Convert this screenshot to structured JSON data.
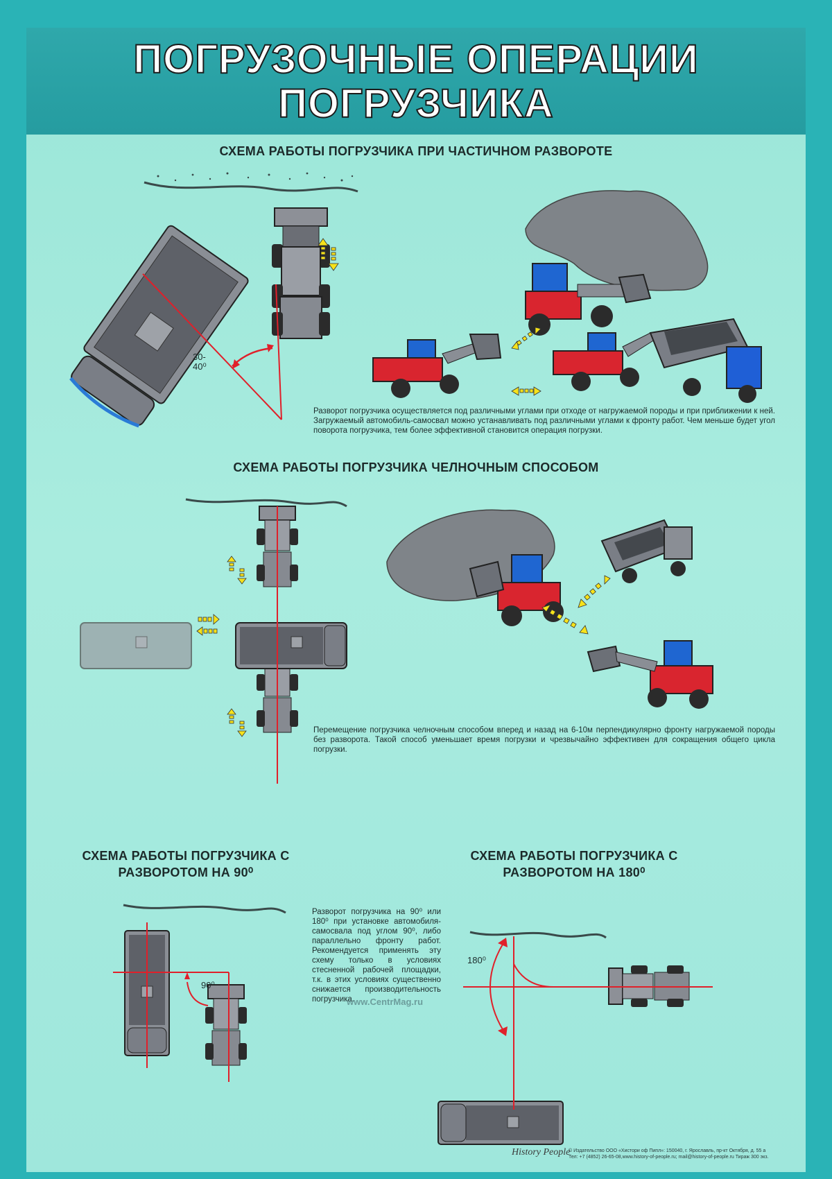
{
  "header": {
    "title_line1": "ПОГРУЗОЧНЫЕ ОПЕРАЦИИ",
    "title_line2": "ПОГРУЗЧИКА"
  },
  "section1": {
    "title": "СХЕМА РАБОТЫ ПОГРУЗЧИКА ПРИ ЧАСТИЧНОМ РАЗВОРОТЕ",
    "angle_label": "30-40⁰",
    "description": "Разворот погрузчика осуществляется под различными углами при отходе от нагружаемой породы и при приближении к ней. Загружаемый автомобиль-самосвал можно устанавливать под различными углами к фронту работ. Чем меньше будет угол поворота погрузчика, тем более эффективной становится операция погрузки."
  },
  "section2": {
    "title": "СХЕМА РАБОТЫ ПОГРУЗЧИКА ЧЕЛНОЧНЫМ СПОСОБОМ",
    "description": "Перемещение погрузчика челночным способом вперед и назад на 6-10м перпендикулярно фронту нагружаемой породы без разворота. Такой способ уменьшает время погрузки и чрезвычайно эффективен для сокращения общего цикла погрузки."
  },
  "section3": {
    "title_line1": "СХЕМА РАБОТЫ ПОГРУЗЧИКА С",
    "title_line2": "РАЗВОРОТОМ НА 90⁰",
    "angle_label": "90⁰",
    "description": "Разворот погрузчика на 90⁰ или 180⁰ при установке автомобиля-самосвала под углом 90⁰, либо параллельно фронту работ. Рекомендуется применять эту схему только в условиях стесненной рабочей площадки, т.к. в этих условиях существенно снижается производительность погрузчика."
  },
  "section4": {
    "title_line1": "СХЕМА РАБОТЫ ПОГРУЗЧИКА С",
    "title_line2": "РАЗВОРОТОМ НА 180⁰",
    "angle_label": "180⁰"
  },
  "footer": {
    "brand": "History People",
    "imprint_line1": "© Издательство ООО «Хистори оф Пипл»: 150040, г. Ярославль, пр-кт Октября, д. 55 а",
    "imprint_line2": "Тел: +7 (4852) 26-65-08,www.history-of-people.ru; mail@history-of-people.ru Тираж 300 экз."
  },
  "watermark": "www.CentrMag.ru",
  "colors": {
    "background": "#2ab3b6",
    "panel": "#a3e9dc",
    "title_bar": "#2aa2a6",
    "loader_cab": "#d9252f",
    "loader_window": "#1f66d1",
    "truck_cab": "#1f5fd6",
    "guide_lines": "#e0202a",
    "arrows": "#f6e21a"
  }
}
